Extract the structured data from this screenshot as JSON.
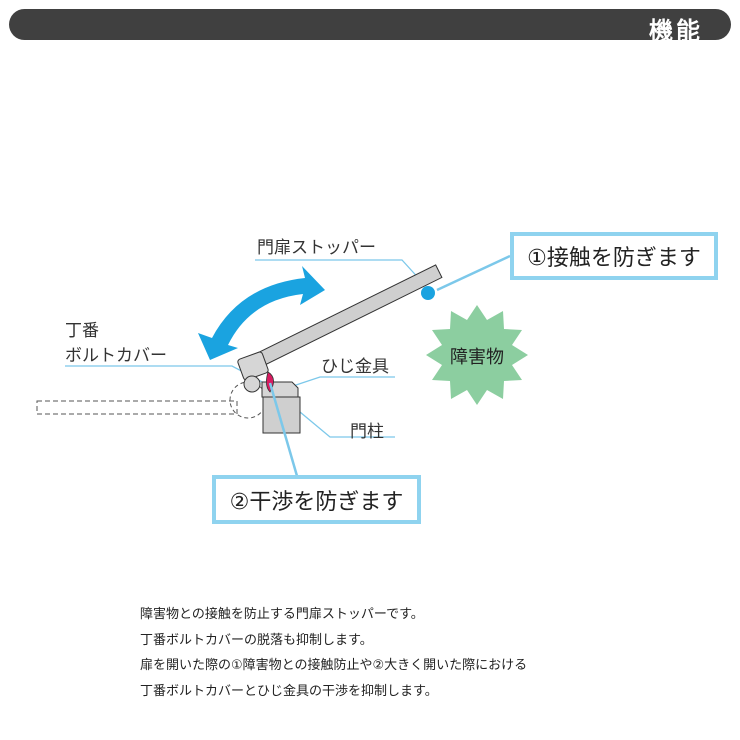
{
  "header": {
    "title": "機能"
  },
  "diagram": {
    "labels": {
      "stopper": "門扉ストッパー",
      "hinge_cover_line1": "丁番",
      "hinge_cover_line2": "ボルトカバー",
      "elbow_fitting": "ひじ金具",
      "gate_post": "門柱",
      "obstacle": "障害物"
    },
    "callouts": {
      "prevent_contact": "①接触を防ぎます",
      "prevent_interference": "②干渉を防ぎます"
    },
    "colors": {
      "accent": "#1aa3e0",
      "callout_border": "#8fd3ef",
      "obstacle": "#8ccea0",
      "cover": "#d81b60",
      "part": "#cfcfcf"
    }
  },
  "description": [
    "障害物との接触を防止する門扉ストッパーです。",
    "丁番ボルトカバーの脱落も抑制します。",
    "扉を開いた際の①障害物との接触防止や②大きく開いた際における",
    "丁番ボルトカバーとひじ金具の干渉を抑制します。"
  ]
}
